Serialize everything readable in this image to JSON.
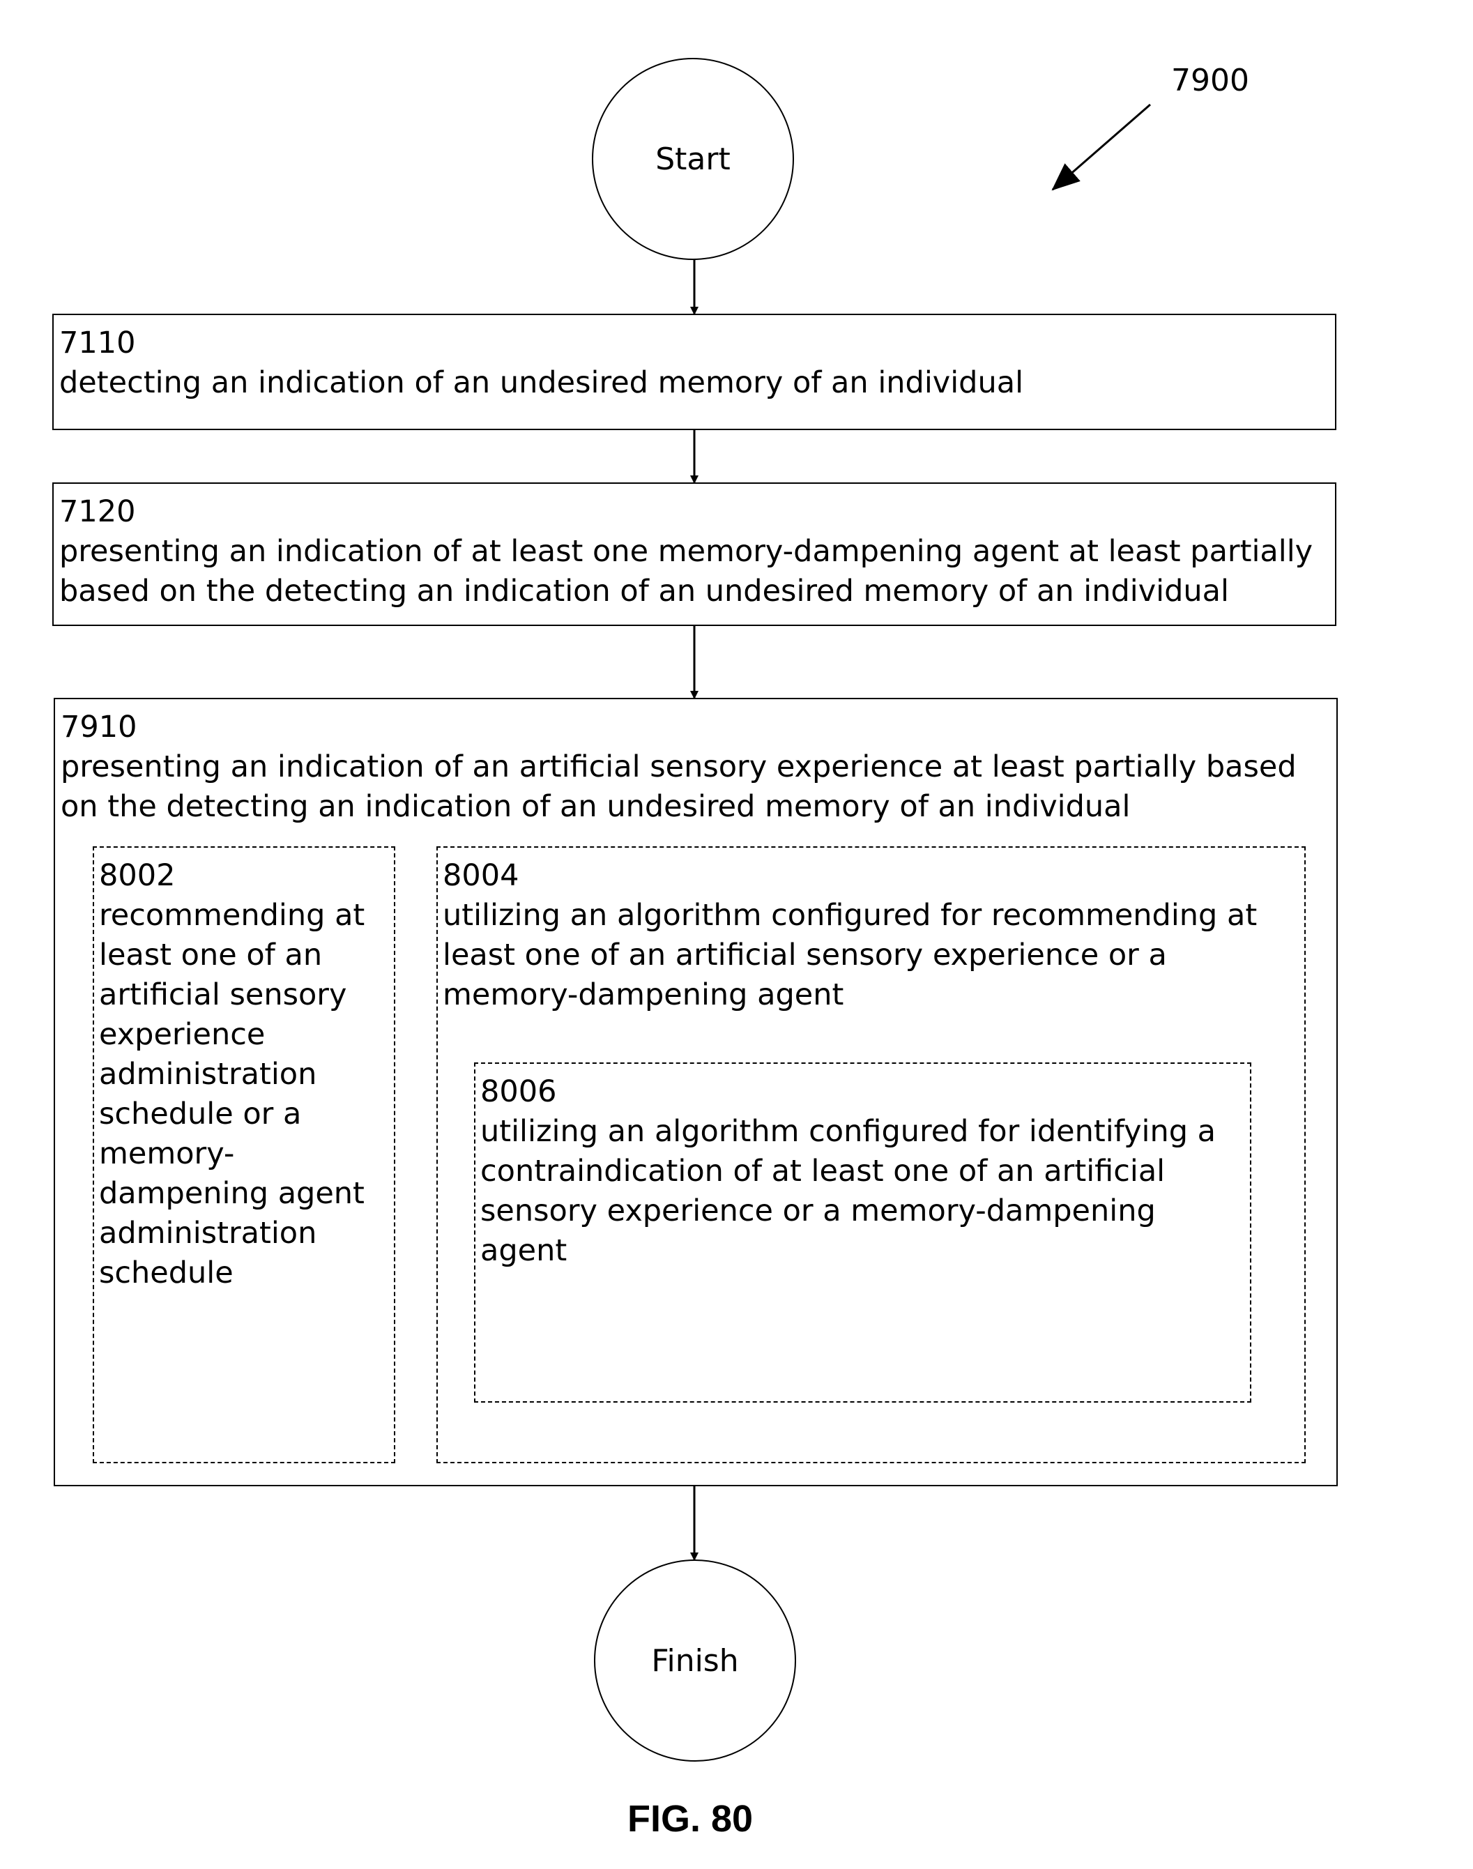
{
  "figure": {
    "label": "FIG. 80",
    "reference": "7900"
  },
  "terminals": {
    "start": "Start",
    "finish": "Finish"
  },
  "steps": {
    "s7110": {
      "number": "7110",
      "text": "detecting an indication of an undesired memory of an individual"
    },
    "s7120": {
      "number": "7120",
      "text": "presenting an indication of at least one memory-dampening agent at least partially based on the detecting an indication of an undesired memory of an individual"
    },
    "s7910": {
      "number": "7910",
      "text": "presenting an indication of an artificial sensory experience at least partially based on the detecting an indication of an undesired memory of an individual"
    },
    "s8002": {
      "number": "8002",
      "text": "recommending at least one of an artificial sensory experience administration schedule or a memory-dampening agent administration schedule"
    },
    "s8004": {
      "number": "8004",
      "text": "utilizing an algorithm configured for recommending at least one of an artificial sensory experience or a memory-dampening agent"
    },
    "s8006": {
      "number": "8006",
      "text": "utilizing an algorithm configured for identifying a contraindication of at least one of an artificial sensory experience or a memory-dampening agent"
    }
  }
}
